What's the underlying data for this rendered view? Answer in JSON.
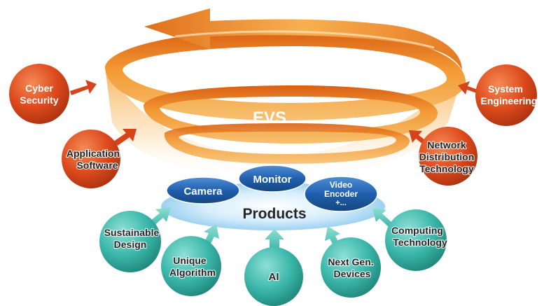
{
  "center": {
    "title": "EVS"
  },
  "products": {
    "label": "Products",
    "items": {
      "camera": "Camera",
      "monitor": "Monitor",
      "video_encoder_l1": "Video",
      "video_encoder_l2": "Encoder",
      "video_encoder_l3": "+..."
    }
  },
  "red_circles": {
    "cyber_security": [
      "Cyber",
      "Security"
    ],
    "application_software": [
      "Application",
      "Software"
    ],
    "system_engineering": [
      "System",
      "Engineering"
    ],
    "network_distribution": [
      "Network",
      "Distribution",
      "Technology"
    ]
  },
  "teal_circles": {
    "sustainable_design": [
      "Sustainable",
      "Design"
    ],
    "unique_algorithm": [
      "Unique",
      "Algorithm"
    ],
    "ai": [
      "AI"
    ],
    "next_gen_devices": [
      "Next Gen.",
      "Devices"
    ],
    "computing_technology": [
      "Computing",
      "Technology"
    ]
  },
  "colors": {
    "spiral_orange": "#f08c2a",
    "red_circle": "#d8441a",
    "teal_circle": "#3bb7aa",
    "product_blue": "#1f5fae",
    "platform_light": "#bfe3f7"
  }
}
